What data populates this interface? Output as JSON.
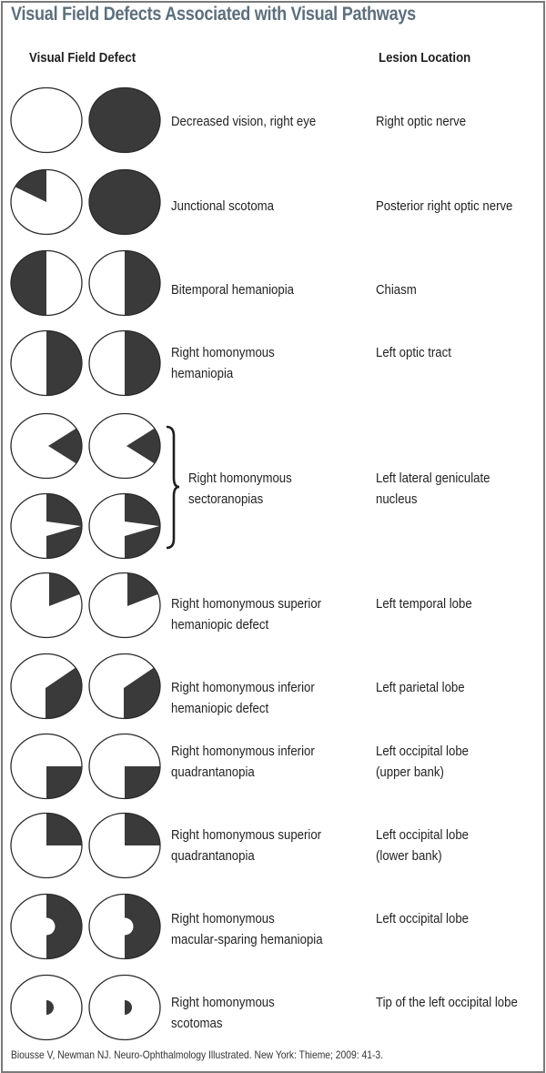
{
  "title": "Visual Field Defects Associated with Visual Pathways",
  "headers": {
    "defect": "Visual Field Defect",
    "lesion": "Lesion Location"
  },
  "colors": {
    "title": "#5d6f7c",
    "defect_fill": "#3a3a3a",
    "outline": "#2a2a2a",
    "border": "#7a7a7a"
  },
  "rows": [
    {
      "defect": [
        "Decreased vision, right eye"
      ],
      "lesion": [
        "Right optic nerve"
      ],
      "left_eye": "none",
      "right_eye": "full"
    },
    {
      "defect": [
        "Junctional scotoma"
      ],
      "lesion": [
        "Posterior right optic nerve"
      ],
      "left_eye": "superior-temporal-wedge",
      "right_eye": "full"
    },
    {
      "defect": [
        "Bitemporal hemaniopia"
      ],
      "lesion": [
        "Chiasm"
      ],
      "left_eye": "left-half",
      "right_eye": "right-half"
    },
    {
      "defect": [
        "Right homonymous",
        "hemaniopia"
      ],
      "lesion": [
        "Left optic tract"
      ],
      "left_eye": "right-half",
      "right_eye": "right-half"
    },
    {
      "defect": [
        "Right homonymous",
        "sectoranopias"
      ],
      "lesion": [
        "Left lateral geniculate",
        "nucleus"
      ],
      "left_eye": "horizontal-sector",
      "right_eye": "horizontal-sector",
      "left_eye_alt": "right-half-sparing-sector",
      "right_eye_alt": "right-half-sparing-sector",
      "bracketed": true
    },
    {
      "defect": [
        "Right homonymous superior",
        "hemaniopic defect"
      ],
      "lesion": [
        "Left temporal lobe"
      ],
      "left_eye": "superior-right-wedge",
      "right_eye": "superior-right-wedge"
    },
    {
      "defect": [
        "Right homonymous inferior",
        "hemaniopic defect"
      ],
      "lesion": [
        "Left parietal lobe"
      ],
      "left_eye": "inferior-right-wedge",
      "right_eye": "inferior-right-wedge"
    },
    {
      "defect": [
        "Right homonymous inferior",
        "quadrantanopia"
      ],
      "lesion": [
        "Left occipital lobe",
        "(upper bank)"
      ],
      "left_eye": "inferior-right-quadrant",
      "right_eye": "inferior-right-quadrant"
    },
    {
      "defect": [
        "Right homonymous superior",
        "quadrantanopia"
      ],
      "lesion": [
        "Left occipital lobe",
        "(lower bank)"
      ],
      "left_eye": "superior-right-quadrant",
      "right_eye": "superior-right-quadrant"
    },
    {
      "defect": [
        "Right homonymous",
        "macular-sparing hemaniopia"
      ],
      "lesion": [
        "Left occipital lobe"
      ],
      "left_eye": "right-half-macular-sparing",
      "right_eye": "right-half-macular-sparing"
    },
    {
      "defect": [
        "Right homonymous",
        "scotomas"
      ],
      "lesion": [
        "Tip of the left occipital lobe"
      ],
      "left_eye": "central-right-scotoma",
      "right_eye": "central-right-scotoma"
    }
  ],
  "citation": "Biousse V, Newman NJ. Neuro-Ophthalmology Illustrated. New York: Thieme; 2009: 41-3."
}
